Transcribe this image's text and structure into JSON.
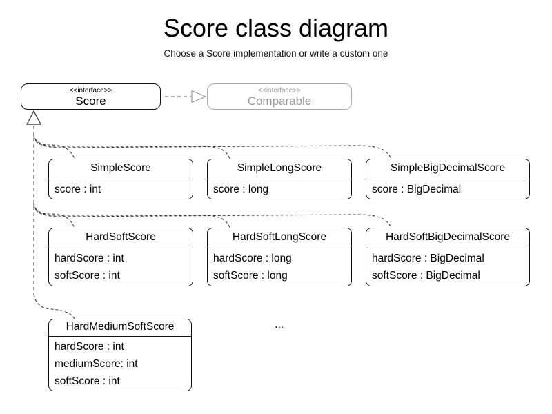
{
  "header": {
    "title": "Score class diagram",
    "subtitle": "Choose a Score implementation or write a custom one"
  },
  "interfaces": {
    "score": {
      "stereotype": "<<interface>>",
      "name": "Score"
    },
    "comparable": {
      "stereotype": "<<interface>>",
      "name": "Comparable"
    }
  },
  "classes": [
    {
      "name": "SimpleScore",
      "attributes": [
        "score : int"
      ]
    },
    {
      "name": "SimpleLongScore",
      "attributes": [
        "score : long"
      ]
    },
    {
      "name": "SimpleBigDecimalScore",
      "attributes": [
        "score : BigDecimal"
      ]
    },
    {
      "name": "HardSoftScore",
      "attributes": [
        "hardScore : int",
        "softScore : int"
      ]
    },
    {
      "name": "HardSoftLongScore",
      "attributes": [
        "hardScore : long",
        "softScore : long"
      ]
    },
    {
      "name": "HardSoftBigDecimalScore",
      "attributes": [
        "hardScore : BigDecimal",
        "softScore : BigDecimal"
      ]
    },
    {
      "name": "HardMediumSoftScore",
      "attributes": [
        "hardScore : int",
        "mediumScore: int",
        "softScore : int"
      ]
    }
  ],
  "ellipsis": "...",
  "relations": {
    "realization": "dashed lines with hollow triangle from implementation classes up to Score",
    "extends_comparable": "dashed arrow from Score to Comparable"
  },
  "colors": {
    "class_border": "#111111",
    "muted_gray": "#9a9a9a",
    "connector_dark": "#3a3a3a",
    "connector_gray": "#8a8a8a",
    "background": "#ffffff"
  }
}
